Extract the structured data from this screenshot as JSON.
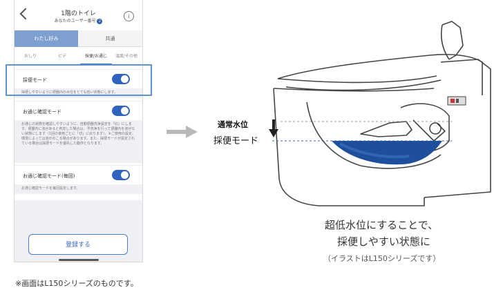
{
  "header": {
    "title": "1階のトイレ",
    "subtitle": "あなたのユーザー番号",
    "user_number": "2",
    "info_glyph": "i"
  },
  "segments": [
    "わたし好み",
    "共通"
  ],
  "tabs": [
    "おしり",
    "ビデ",
    "採便/お通じ",
    "温度/その他"
  ],
  "settings": [
    {
      "label": "採便モード",
      "on": true,
      "desc": "採便しやすいように便器内の水位をとても低い状態にします。"
    },
    {
      "label": "お通じ確認モード",
      "on": true,
      "desc": "お通じの状態を確認しやすいように、自動便器洗浄設定を「切」にします。便器内に泡があると判定した場合は、予洗浄を行って便器内を泡がない状態にします（1回の使用ごとに「切」に戻ります）。※ご使用の設定、環境によっては泡がのこる場合があります。また、採便モードが設定されている場合は採便モードを優先した動作となります。"
    },
    {
      "label": "お通じ確認モード(毎回)",
      "on": true,
      "desc": "お通じ確認モードを毎回設定します。"
    }
  ],
  "register_button": "登録する",
  "illustration": {
    "normal_level_label": "通常水位",
    "saiben_mode_label": "採便モード",
    "caption_line1": "超低水位にすることで、",
    "caption_line2": "採便しやすい状態に",
    "caption_line3": "（イラストはL150シリーズです）"
  },
  "footnote": "※画面はL150シリーズのものです。",
  "colors": {
    "accent": "#2f63bd",
    "highlight": "#5b93d6",
    "water": "#1e4e9c",
    "segment_active": "#7e9fd0"
  }
}
